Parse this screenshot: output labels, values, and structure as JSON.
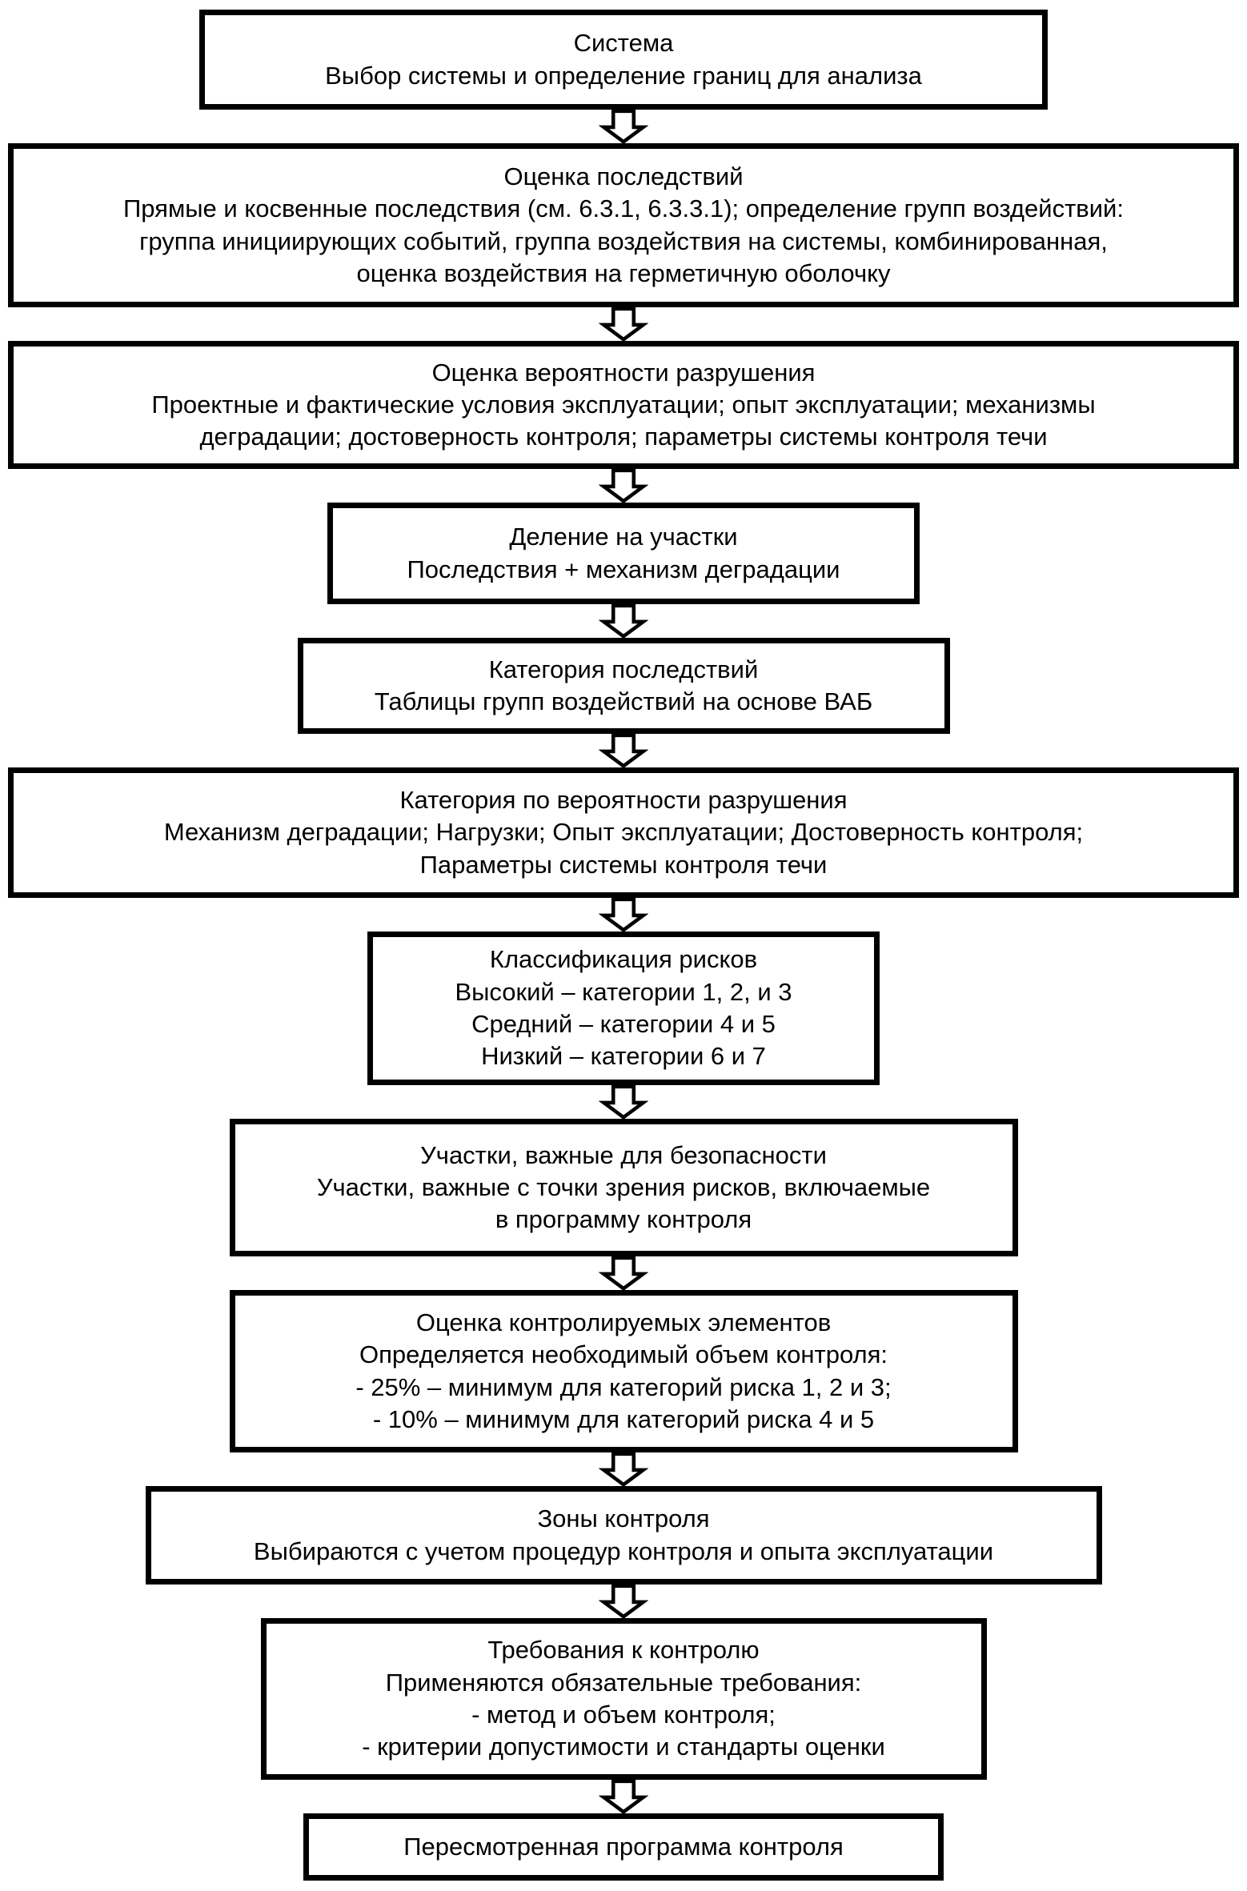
{
  "diagram": {
    "type": "flowchart",
    "direction": "top-down",
    "connector_icon": "down-block-arrow-icon",
    "colors": {
      "box_border": "#000000",
      "box_background": "#ffffff",
      "text": "#000000"
    },
    "nodes": [
      {
        "title": "Система",
        "lines": [
          "Выбор системы и определение границ для анализа"
        ]
      },
      {
        "title": "Оценка последствий",
        "lines": [
          "Прямые и косвенные последствия (см. 6.3.1, 6.3.3.1); определение групп воздействий:",
          "группа инициирующих событий, группа воздействия на системы, комбинированная,",
          "оценка воздействия на герметичную оболочку"
        ]
      },
      {
        "title": "Оценка вероятности разрушения",
        "lines": [
          "Проектные и фактические условия эксплуатации; опыт эксплуатации; механизмы",
          "деградации; достоверность контроля; параметры системы контроля течи"
        ]
      },
      {
        "title": "Деление на участки",
        "lines": [
          "Последствия + механизм деградации"
        ]
      },
      {
        "title": "Категория последствий",
        "lines": [
          "Таблицы групп воздействий на основе ВАБ"
        ]
      },
      {
        "title": "Категория по вероятности разрушения",
        "lines": [
          "Механизм деградации; Нагрузки; Опыт эксплуатации; Достоверность контроля;",
          "Параметры системы контроля течи"
        ]
      },
      {
        "title": "Классификация рисков",
        "lines": [
          "Высокий – категории 1, 2, и 3",
          "Средний – категории 4 и 5",
          "Низкий – категории 6 и 7"
        ]
      },
      {
        "title": "Участки, важные для безопасности",
        "lines": [
          "Участки, важные с точки зрения рисков, включаемые",
          "в программу контроля"
        ]
      },
      {
        "title": "Оценка контролируемых элементов",
        "lines": [
          "Определяется необходимый объем контроля:",
          "- 25% – минимум для категорий риска 1, 2 и 3;",
          "- 10% – минимум для категорий риска 4 и 5"
        ]
      },
      {
        "title": "Зоны контроля",
        "lines": [
          "Выбираются с учетом процедур контроля и опыта эксплуатации"
        ]
      },
      {
        "title": "Требования к контролю",
        "lines": [
          "Применяются обязательные требования:",
          "- метод и объем контроля;",
          "- критерии допустимости и стандарты оценки"
        ]
      },
      {
        "title": "Пересмотренная программа контроля",
        "lines": []
      }
    ]
  }
}
